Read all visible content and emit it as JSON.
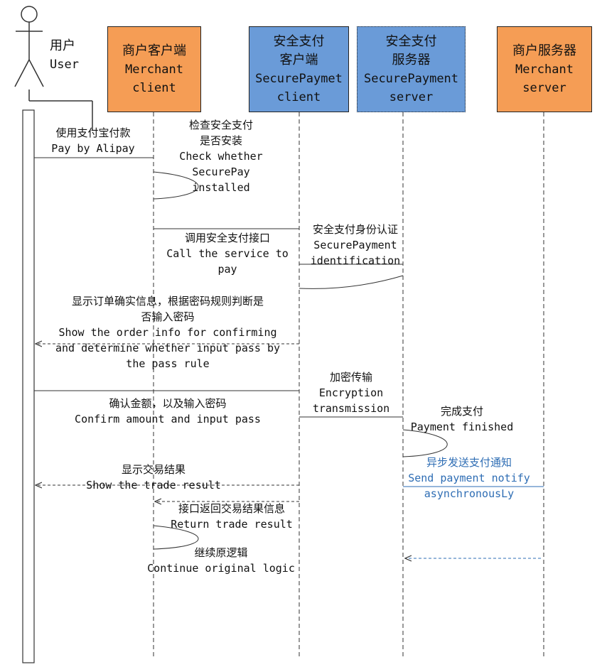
{
  "actor": {
    "label_cn": "用户",
    "label_en": "User"
  },
  "participants": [
    {
      "id": "merchant_client",
      "label_cn": "商户客户端",
      "label_en_1": "Merchant",
      "label_en_2": "client",
      "color": "#f59d55"
    },
    {
      "id": "securepay_client",
      "label_cn_1": "安全支付",
      "label_cn_2": "客户端",
      "label_en_1": "SecurePaymet",
      "label_en_2": "client",
      "color": "#6a9bd8"
    },
    {
      "id": "securepay_server",
      "label_cn_1": "安全支付",
      "label_cn_2": "服务器",
      "label_en_1": "SecurePayment",
      "label_en_2": "server",
      "color": "#6a9bd8"
    },
    {
      "id": "merchant_server",
      "label_cn": "商户服务器",
      "label_en_1": "Merchant",
      "label_en_2": "server",
      "color": "#f59d55"
    }
  ],
  "messages": [
    {
      "id": "pay_alipay",
      "cn": "使用支付宝付款",
      "en": "Pay by Alipay"
    },
    {
      "id": "check_install",
      "cn_1": "检查安全支付",
      "cn_2": "是否安装",
      "en_1": "Check whether",
      "en_2": "SecurePay",
      "en_3": "installed"
    },
    {
      "id": "call_service",
      "cn": "调用安全支付接口",
      "en_1": "Call the service to",
      "en_2": "pay"
    },
    {
      "id": "identification",
      "cn": "安全支付身份认证",
      "en_1": "SecurePayment",
      "en_2": "identification"
    },
    {
      "id": "show_order",
      "cn_1": "显示订单确实信息，根据密码规则判断是",
      "cn_2": "否输入密码",
      "en_1": "Show the order info for confirming",
      "en_2": "and determine whether input pass by",
      "en_3": "the pass rule"
    },
    {
      "id": "encryption",
      "cn": "加密传输",
      "en_1": "Encryption",
      "en_2": "transmission"
    },
    {
      "id": "confirm_amount",
      "cn": "确认金额，以及输入密码",
      "en": "Confirm amount and input pass"
    },
    {
      "id": "payment_finished",
      "cn": "完成支付",
      "en": "Payment finished"
    },
    {
      "id": "async_notify",
      "cn": "异步发送支付通知",
      "en_1": "Send payment notify",
      "en_2": "asynchronousLy"
    },
    {
      "id": "show_result",
      "cn": "显示交易结果",
      "en": "Show the trade result"
    },
    {
      "id": "return_result",
      "cn": "接口返回交易结果信息",
      "en": "Return trade result"
    },
    {
      "id": "continue_logic",
      "cn": "继续原逻辑",
      "en": "Continue original logic"
    }
  ],
  "colors": {
    "line": "#333333",
    "notify": "#2e6db4",
    "orange": "#f59d55",
    "blue": "#6a9bd8"
  }
}
